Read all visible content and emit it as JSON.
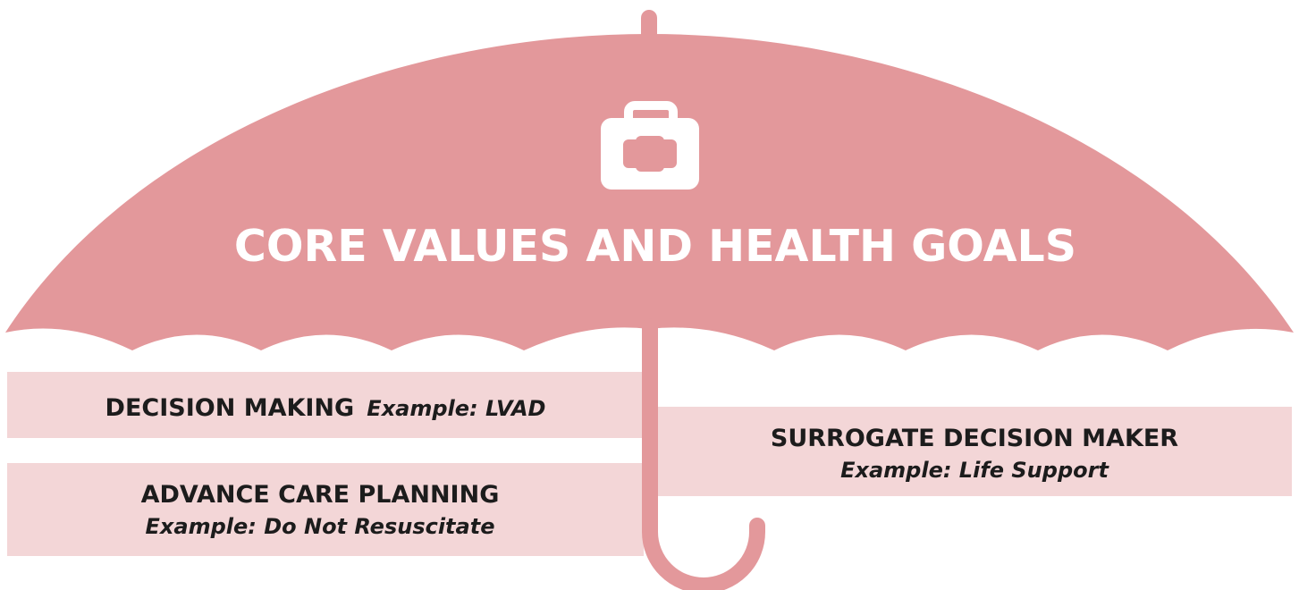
{
  "umbrella": {
    "title": "CORE VALUES AND HEALTH GOALS",
    "icon": "medical-kit-icon",
    "canopy_color": "#e3989b",
    "band_color": "#f3d6d7",
    "text_color_dark": "#1c1c1c",
    "text_color_light": "#ffffff"
  },
  "boxes": [
    {
      "title": "DECISION MAKING",
      "example": "Example: LVAD"
    },
    {
      "title": "ADVANCE CARE PLANNING",
      "example": "Example: Do Not Resuscitate"
    },
    {
      "title": "SURROGATE DECISION MAKER",
      "example": "Example: Life Support"
    }
  ]
}
